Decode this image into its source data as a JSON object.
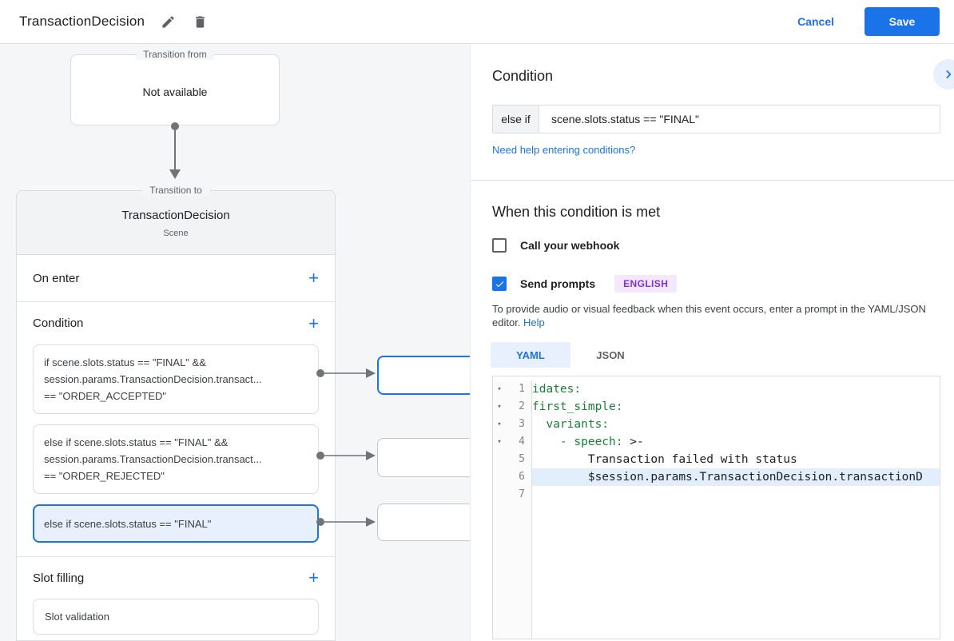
{
  "topbar": {
    "title": "TransactionDecision",
    "cancel": "Cancel",
    "save": "Save"
  },
  "flow": {
    "from_legend": "Transition from",
    "from_value": "Not available",
    "to_legend": "Transition to",
    "scene_name": "TransactionDecision",
    "scene_type": "Scene",
    "sections": {
      "on_enter": "On enter",
      "condition": "Condition",
      "slot_filling": "Slot filling"
    },
    "add_icon": "+",
    "conditions": [
      {
        "text": "if scene.slots.status == \"FINAL\" &&\nsession.params.TransactionDecision.transact...\n== \"ORDER_ACCEPTED\"",
        "selected": false
      },
      {
        "text": "else if scene.slots.status == \"FINAL\" &&\nsession.params.TransactionDecision.transact...\n== \"ORDER_REJECTED\"",
        "selected": false
      },
      {
        "text": "else if scene.slots.status == \"FINAL\"",
        "selected": true
      }
    ],
    "slot_card": "Slot validation"
  },
  "panel": {
    "title": "Condition",
    "condition": {
      "prefix": "else if",
      "value": "scene.slots.status == \"FINAL\""
    },
    "help_link": "Need help entering conditions?",
    "when_title": "When this condition is met",
    "webhook": {
      "label": "Call your webhook",
      "checked": false
    },
    "prompts": {
      "label": "Send prompts",
      "checked": true,
      "language": "ENGLISH"
    },
    "description": "To provide audio or visual feedback when this event occurs, enter a prompt in the YAML/JSON editor.",
    "help_label": "Help",
    "tabs": {
      "yaml": "YAML",
      "json": "JSON",
      "active": "YAML"
    },
    "editor": {
      "lines": [
        {
          "num": "1",
          "fold": "▾",
          "key": "idates:",
          "plain": "",
          "highlighted": false
        },
        {
          "num": "2",
          "fold": "▾",
          "key": "first_simple:",
          "plain": "",
          "highlighted": false
        },
        {
          "num": "3",
          "fold": "▾",
          "key": "  variants:",
          "plain": "",
          "highlighted": false
        },
        {
          "num": "4",
          "fold": "▾",
          "key": "    - speech:",
          "plain": " >-",
          "highlighted": false
        },
        {
          "num": "5",
          "fold": "",
          "key": "",
          "plain": "        Transaction failed with status",
          "highlighted": false
        },
        {
          "num": "6",
          "fold": "",
          "key": "",
          "plain": "        $session.params.TransactionDecision.transactionD",
          "highlighted": true
        },
        {
          "num": "7",
          "fold": "",
          "key": "",
          "plain": "",
          "highlighted": false
        }
      ]
    }
  },
  "colors": {
    "accent": "#1a73e8",
    "selected_bg": "#e8f0fe",
    "code_key_green": "#188038",
    "badge_bg": "#f3e8fd",
    "badge_text": "#8430ce",
    "canvas_bg": "#f5f6f8"
  }
}
